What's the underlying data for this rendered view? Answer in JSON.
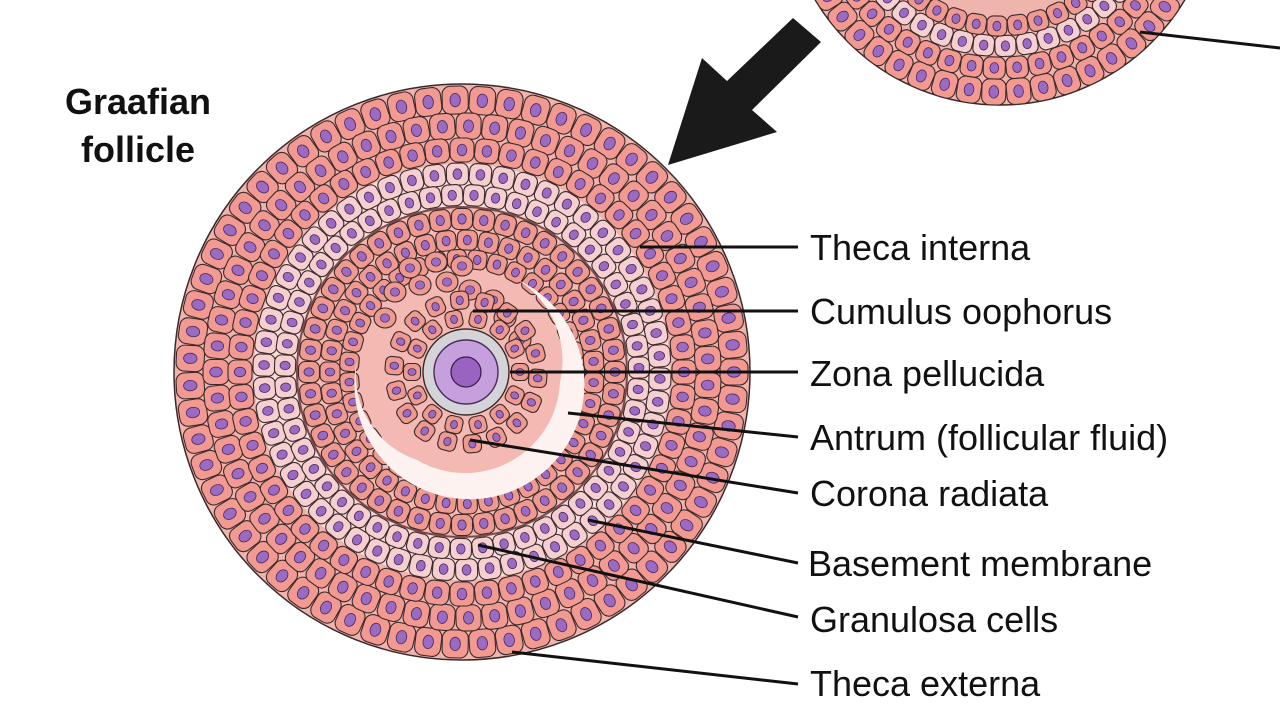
{
  "title": {
    "line1": "Graafian",
    "line2": "follicle"
  },
  "labels": {
    "theca_interna": "Theca interna",
    "cumulus_oophorus": "Cumulus oophorus",
    "zona_pellucida": "Zona pellucida",
    "antrum": "Antrum (follicular fluid)",
    "corona_radiata": "Corona radiata",
    "basement_membrane": "Basement membrane",
    "granulosa_cells": "Granulosa cells",
    "theca_externa": "Theca externa"
  },
  "colors": {
    "theca_externa_cell": "#f29a92",
    "theca_interna_cell": "#f6d0d0",
    "granulosa_cell": "#ee9a90",
    "antrum_fluid": "#fdf2ef",
    "nucleus": "#9b6bc4",
    "zona_pellucida": "#d4d4d8",
    "oocyte": "#c6a0dc",
    "oocyte_nucleus": "#9a63c2",
    "cell_outline": "#3a2a2a",
    "leader_line": "#111111"
  }
}
